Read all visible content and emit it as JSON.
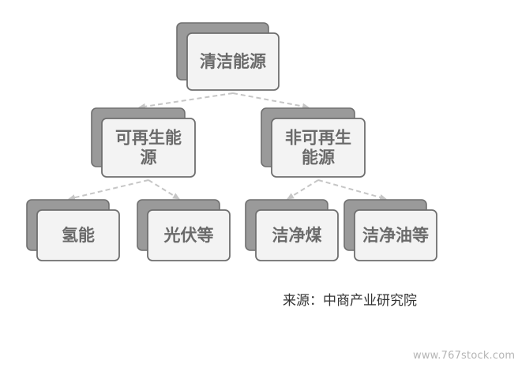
{
  "diagram": {
    "nodes": [
      {
        "id": "root",
        "lines": [
          "清洁能源"
        ]
      },
      {
        "id": "renewable",
        "lines": [
          "可再生能",
          "源"
        ]
      },
      {
        "id": "nonrenewable",
        "lines": [
          "非可再生",
          "能源"
        ]
      },
      {
        "id": "hydrogen",
        "lines": [
          "氢能"
        ]
      },
      {
        "id": "solar",
        "lines": [
          "光伏等"
        ]
      },
      {
        "id": "clean-coal",
        "lines": [
          "洁净煤"
        ]
      },
      {
        "id": "clean-oil",
        "lines": [
          "洁净油等"
        ]
      }
    ],
    "edges": [
      {
        "from": "root",
        "to": "renewable"
      },
      {
        "from": "root",
        "to": "nonrenewable"
      },
      {
        "from": "renewable",
        "to": "hydrogen"
      },
      {
        "from": "renewable",
        "to": "solar"
      },
      {
        "from": "nonrenewable",
        "to": "clean-coal"
      },
      {
        "from": "nonrenewable",
        "to": "clean-oil"
      }
    ]
  },
  "source_text": "来源：中商产业研究院",
  "watermark": "www.767stock.com"
}
